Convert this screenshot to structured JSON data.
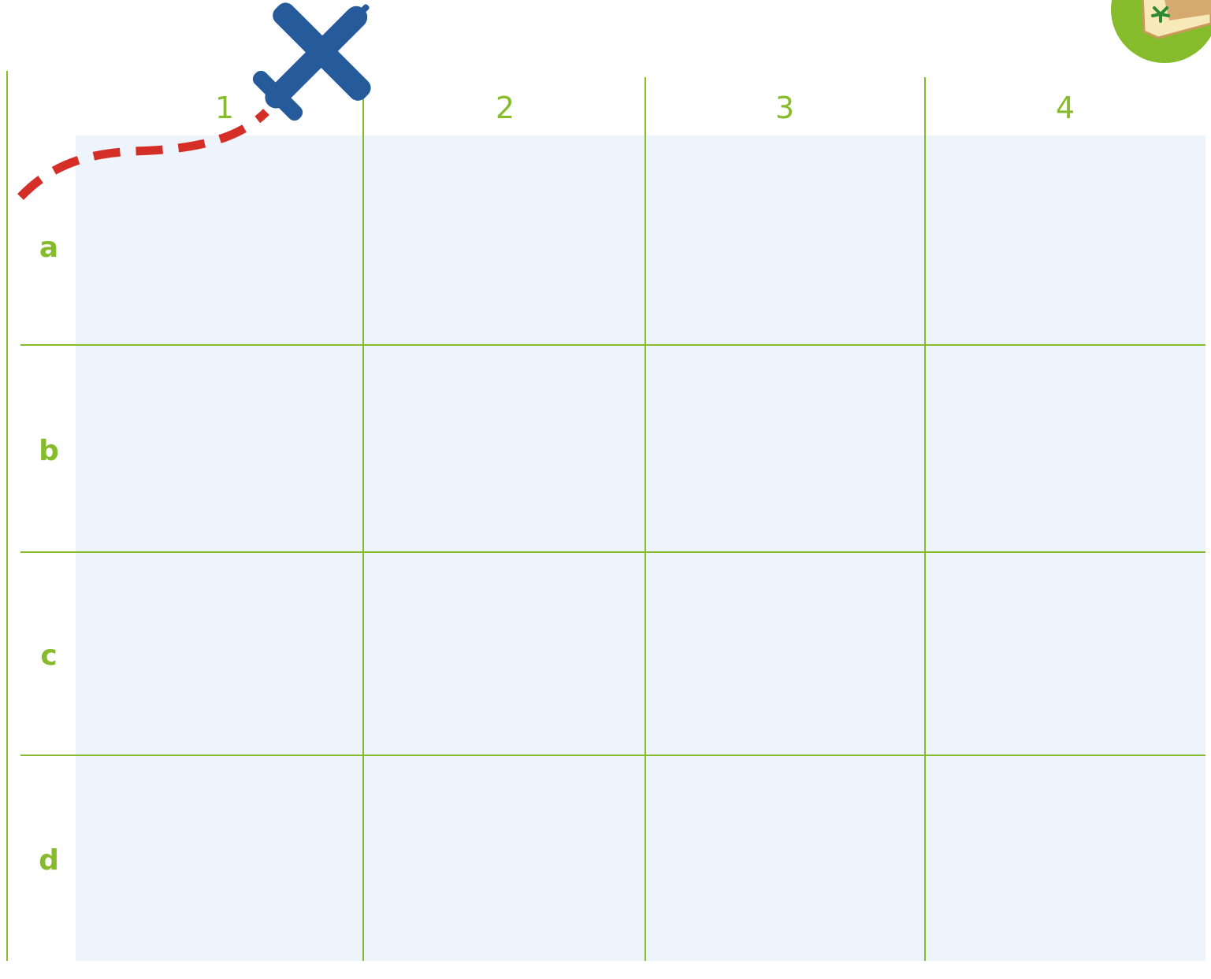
{
  "grid": {
    "columns": [
      "1",
      "2",
      "3",
      "4"
    ],
    "rows": [
      "a",
      "b",
      "c",
      "d"
    ]
  },
  "colors": {
    "grid_line": "#86bc2b",
    "cell_fill": "#eef4fb",
    "label": "#86bc2b",
    "airplane": "#255a9b",
    "flight_path": "#d42e27",
    "map_badge": "#86bc2b"
  },
  "icons": {
    "airplane": "airplane-icon",
    "flight_path": "dashed-flight-path",
    "map_badge": "treasure-map-icon"
  }
}
